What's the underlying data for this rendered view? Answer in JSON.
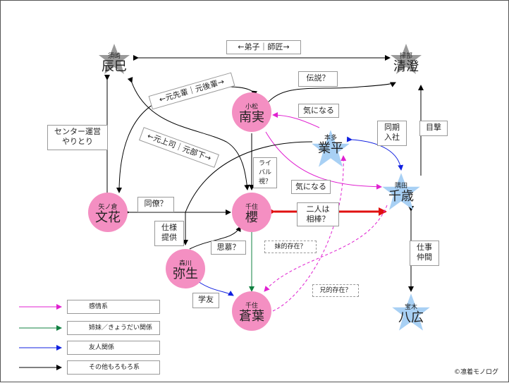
{
  "nodes": {
    "tatsumi": {
      "surname": "須崎",
      "given": "辰巳"
    },
    "kiyosumi": {
      "surname": "掃部",
      "given": "清澄"
    },
    "nami": {
      "surname": "小松",
      "given": "南実"
    },
    "narihira": {
      "surname": "本多",
      "given": "業平"
    },
    "chitose": {
      "surname": "隅田",
      "given": "千歳"
    },
    "fumika": {
      "surname": "矢ノ倉",
      "given": "文花"
    },
    "sakura": {
      "surname": "千住",
      "given": "櫻"
    },
    "yayoi": {
      "surname": "森川",
      "given": "弥生"
    },
    "aoba": {
      "surname": "千住",
      "given": "蒼葉"
    },
    "yahiro": {
      "surname": "宝木",
      "given": "八広"
    }
  },
  "labels": {
    "master_pupil": "←弟子｜師匠→",
    "former_senior": "←元先輩｜元後輩→",
    "densetsu": "伝説？",
    "ki_ni_naru_1": "気になる",
    "center": "センター運営\nやりとり",
    "doki": "同期\n入社",
    "mokugeki": "目撃",
    "former_boss": "←元上司｜元部下→",
    "rival": "ライ\nバル\n視？",
    "ki_ni_naru_2": "気になる",
    "colleague": "同僚？",
    "partners": "二人は\n相棒？",
    "spec": "仕様\n提供",
    "shibo": "思慕？",
    "sister_like": "妹的存在？",
    "brother_like": "兄的存在？",
    "shigoto": "仕事\n仲間",
    "gakuyu": "学友"
  },
  "legend": [
    {
      "label": "感情系",
      "color": "#e020d0"
    },
    {
      "label": "姉妹／きょうだい関係",
      "color": "#108040"
    },
    {
      "label": "友人関係",
      "color": "#1020e0"
    },
    {
      "label": "その他もろもろ系",
      "color": "#000000"
    }
  ],
  "copyright": "©凛着モノログ"
}
